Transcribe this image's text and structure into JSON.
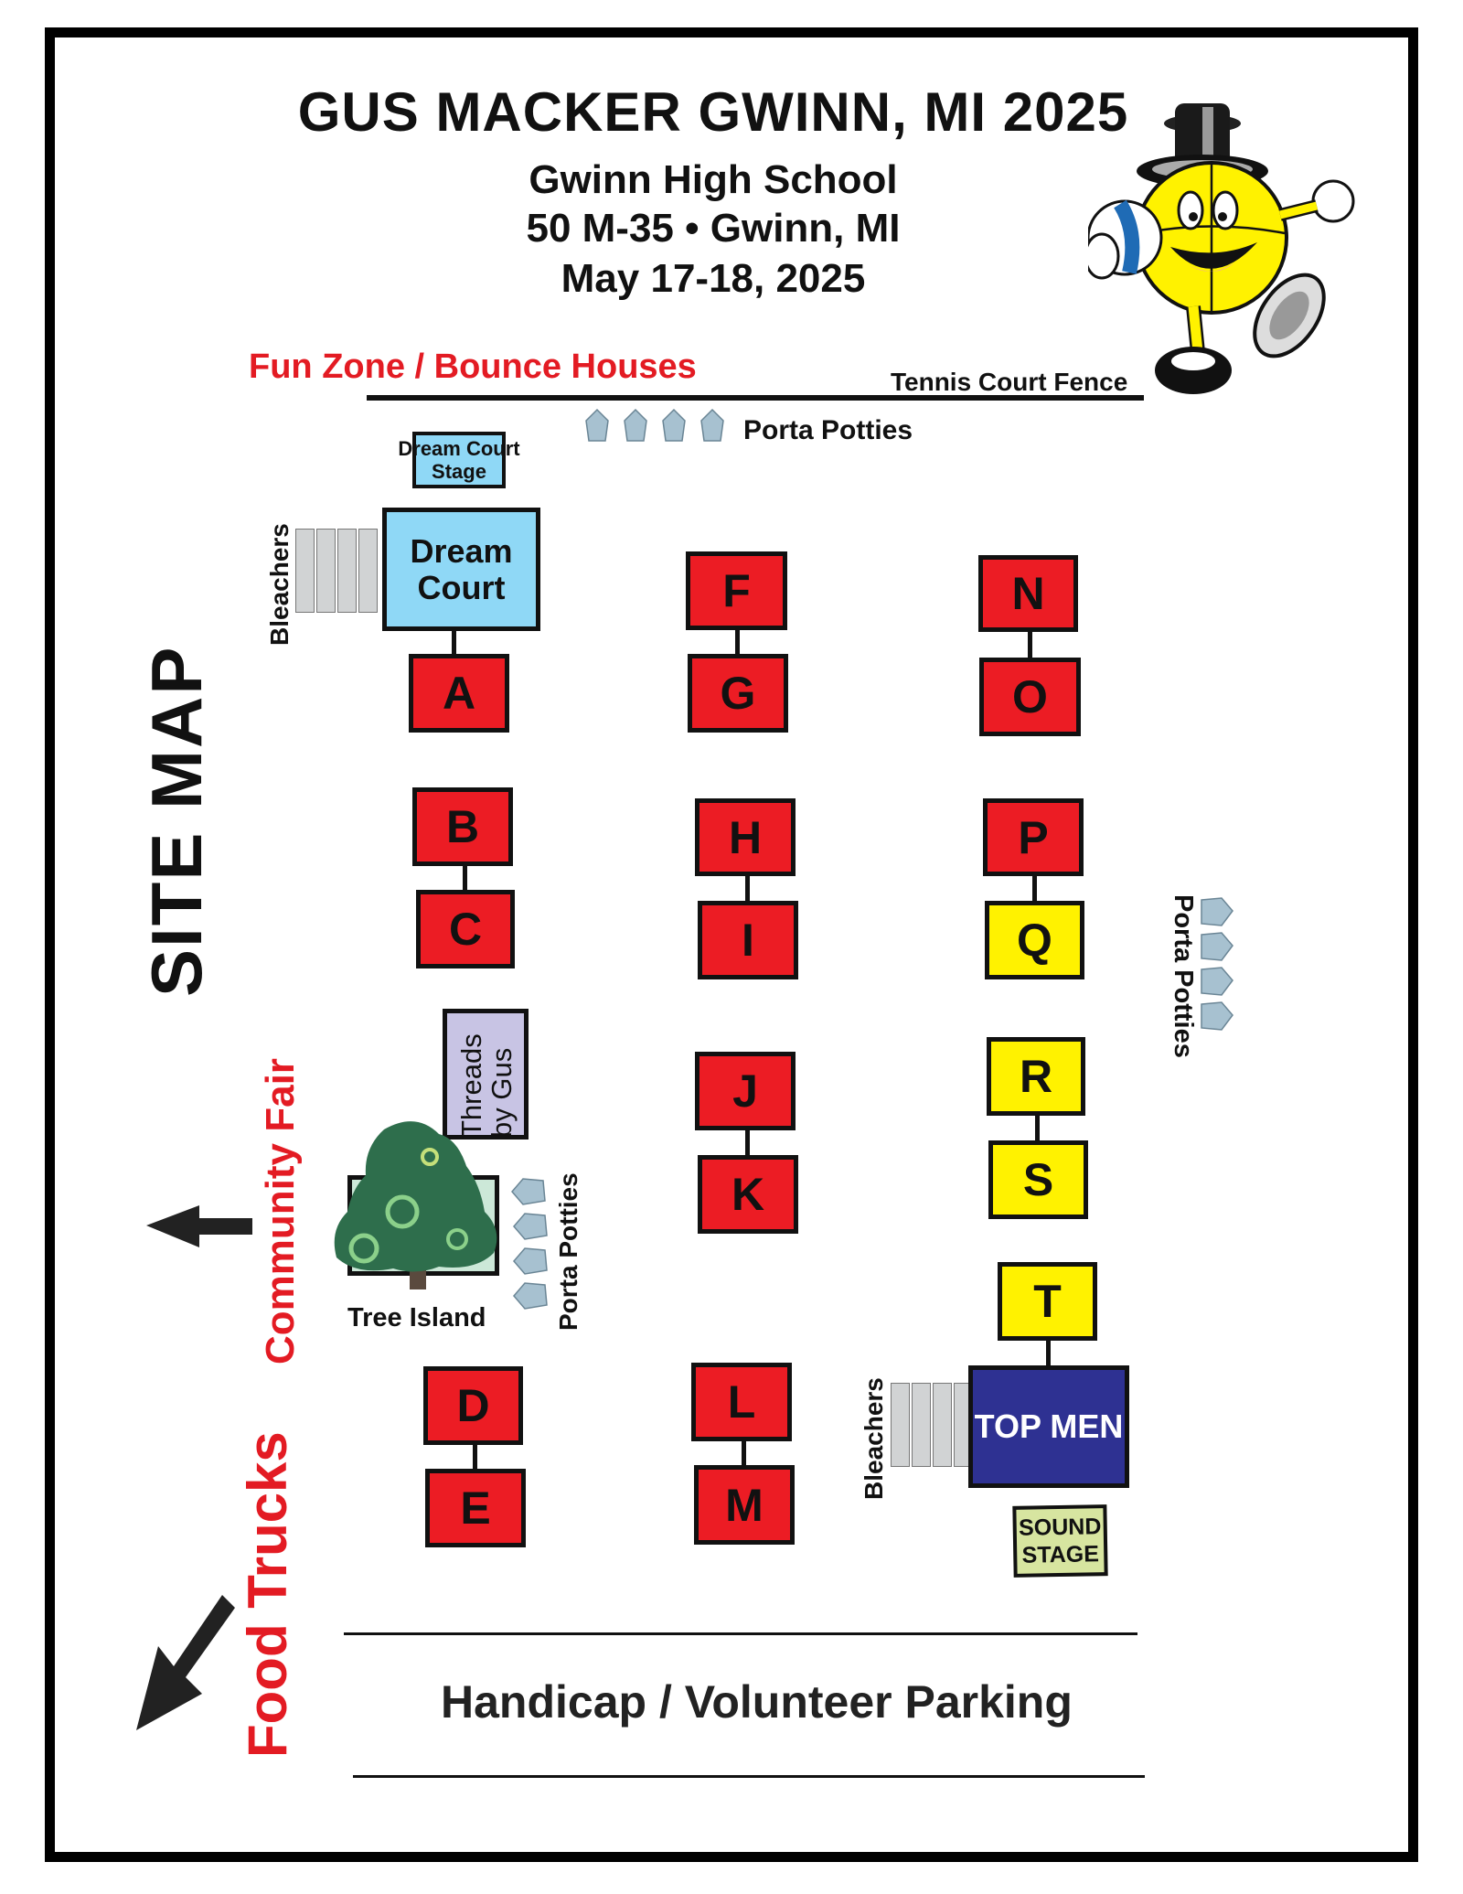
{
  "header": {
    "title": "GUS MACKER GWINN, MI 2025",
    "venue": "Gwinn High School",
    "address": "50  M-35 •  Gwinn, MI",
    "dates": "May 17-18, 2025",
    "mascot": "gus-mascot-illustration"
  },
  "side_title": "SITE MAP",
  "labels": {
    "fun_zone": "Fun Zone / Bounce Houses",
    "tennis_fence": "Tennis Court Fence",
    "porta_potties_top": "Porta Potties",
    "porta_potties_right": "Porta Potties",
    "porta_potties_tree": "Porta Potties",
    "bleachers_left": "Bleachers",
    "bleachers_right": "Bleachers",
    "tree_island": "Tree Island",
    "threads": "Threads by Gus",
    "threads_line1": "Threads",
    "threads_line2": "by Gus",
    "community_fair": "Community Fair",
    "food_trucks": "Food Trucks",
    "parking": "Handicap / Volunteer Parking"
  },
  "special_courts": {
    "dream_court": {
      "line1": "Dream",
      "line2": "Court"
    },
    "dream_stage": {
      "line1": "Dream Court",
      "line2": "Stage"
    },
    "top_men": "TOP MEN",
    "sound_stage": {
      "line1": "SOUND",
      "line2": "STAGE"
    }
  },
  "courts": [
    {
      "id": "A",
      "color": "red"
    },
    {
      "id": "B",
      "color": "red"
    },
    {
      "id": "C",
      "color": "red"
    },
    {
      "id": "D",
      "color": "red"
    },
    {
      "id": "E",
      "color": "red"
    },
    {
      "id": "F",
      "color": "red"
    },
    {
      "id": "G",
      "color": "red"
    },
    {
      "id": "H",
      "color": "red"
    },
    {
      "id": "I",
      "color": "red"
    },
    {
      "id": "J",
      "color": "red"
    },
    {
      "id": "K",
      "color": "red"
    },
    {
      "id": "L",
      "color": "red"
    },
    {
      "id": "M",
      "color": "red"
    },
    {
      "id": "N",
      "color": "red"
    },
    {
      "id": "O",
      "color": "red"
    },
    {
      "id": "P",
      "color": "red"
    },
    {
      "id": "Q",
      "color": "yellow"
    },
    {
      "id": "R",
      "color": "yellow"
    },
    {
      "id": "S",
      "color": "yellow"
    },
    {
      "id": "T",
      "color": "yellow"
    }
  ],
  "colors": {
    "court_red": "#ec1c24",
    "court_yellow": "#fff200",
    "dream_blue": "#8fd8f6",
    "top_men_navy": "#2e3192",
    "sound_stage_green": "#d7e5a0",
    "threads_lavender": "#c8c4e4",
    "label_red": "#e31b23",
    "potty_blue": "#a7c1d0"
  }
}
